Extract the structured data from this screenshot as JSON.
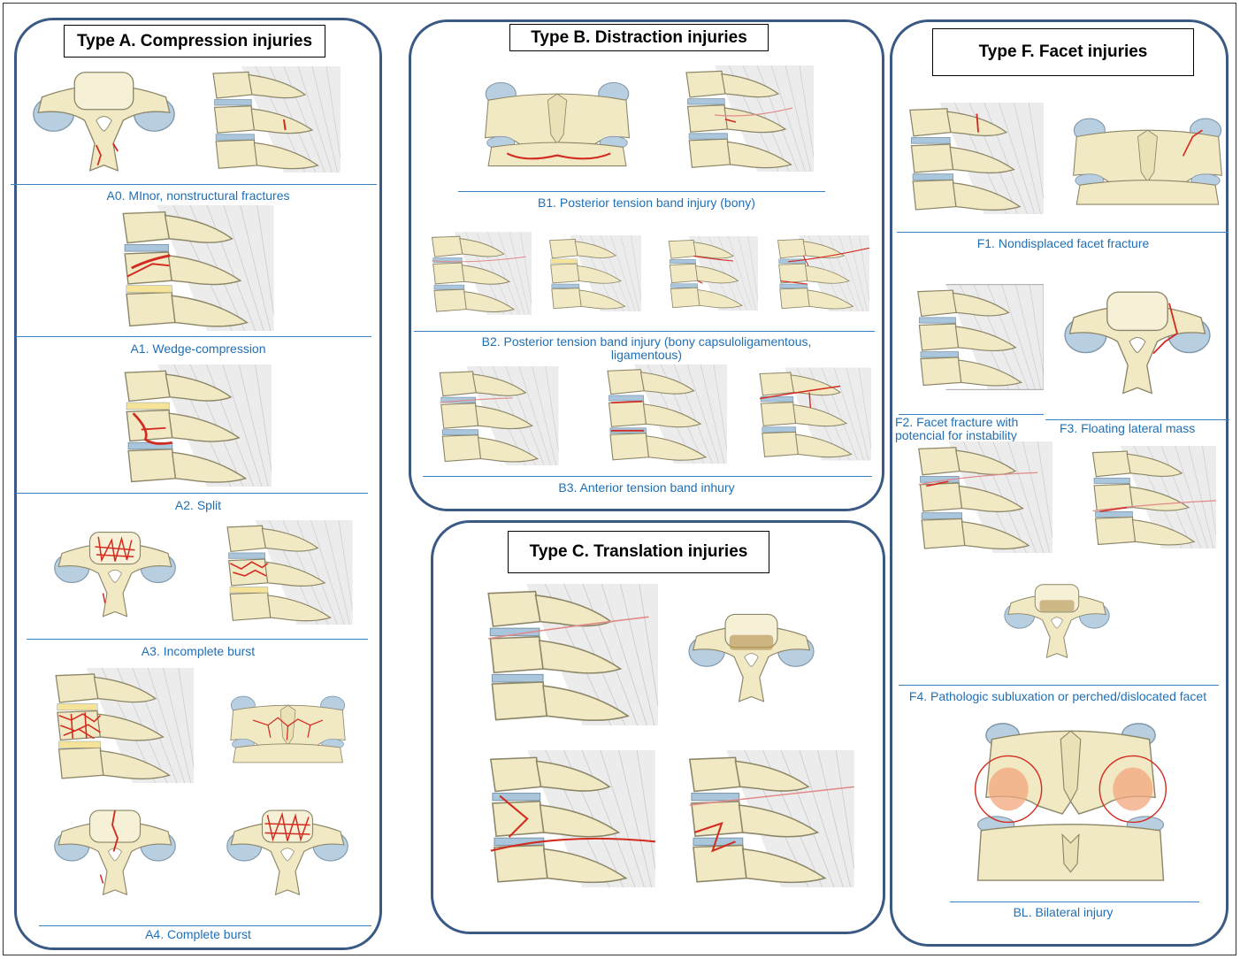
{
  "panels": {
    "a": {
      "title": "Type A. Compression injuries",
      "captions": {
        "a0": "A0. MInor, nonstructural fractures",
        "a1": "A1. Wedge-compression",
        "a2": "A2. Split",
        "a3": "A3. Incomplete burst",
        "a4": "A4. Complete burst"
      }
    },
    "b": {
      "title": "Type B. Distraction injuries",
      "captions": {
        "b1": "B1. Posterior tension band injury (bony)",
        "b2_line1": "B2. Posterior tension band injury (bony capsuloligamentous,",
        "b2_line2": "ligamentous)",
        "b3": "B3. Anterior tension band inhury"
      }
    },
    "c": {
      "title": "Type C. Translation injuries"
    },
    "f": {
      "title": "Type F. Facet injuries",
      "captions": {
        "f1": "F1. Nondisplaced facet fracture",
        "f2_line1": "F2. Facet fracture with",
        "f2_line2": "potencial for instability",
        "f3": "F3. Floating lateral mass",
        "f4": "F4. Pathologic subluxation or perched/dislocated facet",
        "bl": "BL. Bilateral injury"
      }
    }
  },
  "colors": {
    "panel_border": "#3a5a85",
    "caption_text": "#1f6fb5",
    "bone": "#f1e8c4",
    "bone_outline": "#8c8668",
    "fracture": "#d22b1f",
    "disc": "#a9c6dc",
    "ligament": "#d0d0d0"
  }
}
